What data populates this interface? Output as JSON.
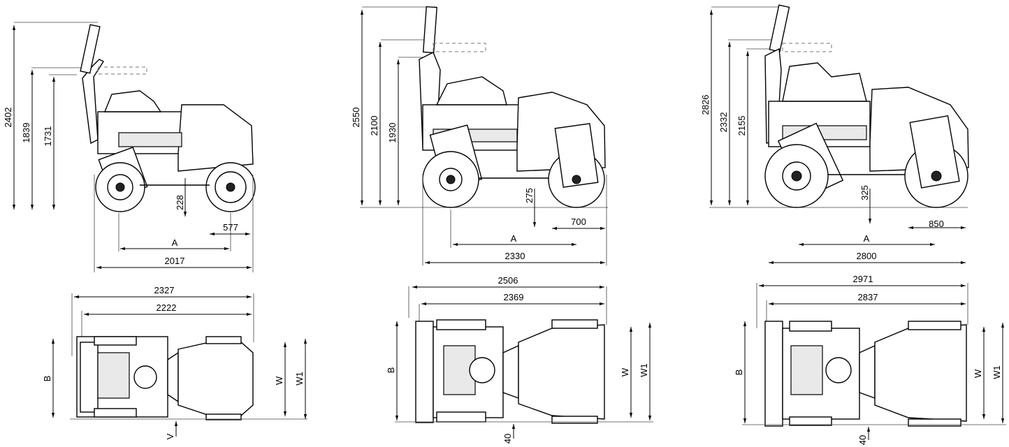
{
  "machines": [
    {
      "side_view": {
        "heights": [
          "2402",
          "1839",
          "1731"
        ],
        "ground_clearance": "228",
        "overhang": "577",
        "wheelbase_label": "A",
        "overall_length": "2017"
      },
      "top_view": {
        "overall_length": "2327",
        "drum_length": "2222",
        "width_label_B": "B",
        "width_label_W": "W",
        "width_label_W1": "W1",
        "offset": "V"
      }
    },
    {
      "side_view": {
        "heights": [
          "2550",
          "2100",
          "1930"
        ],
        "ground_clearance": "275",
        "overhang": "700",
        "wheelbase_label": "A",
        "overall_length": "2330"
      },
      "top_view": {
        "overall_length": "2506",
        "drum_length": "2369",
        "width_label_B": "B",
        "width_label_W": "W",
        "width_label_W1": "W1",
        "offset": "40"
      }
    },
    {
      "side_view": {
        "heights": [
          "2826",
          "2332",
          "2155"
        ],
        "ground_clearance": "325",
        "overhang": "850",
        "wheelbase_label": "A",
        "overall_length": "2800"
      },
      "top_view": {
        "overall_length": "2971",
        "drum_length": "2837",
        "width_label_B": "B",
        "width_label_W": "W",
        "width_label_W1": "W1",
        "offset": "40"
      }
    }
  ]
}
